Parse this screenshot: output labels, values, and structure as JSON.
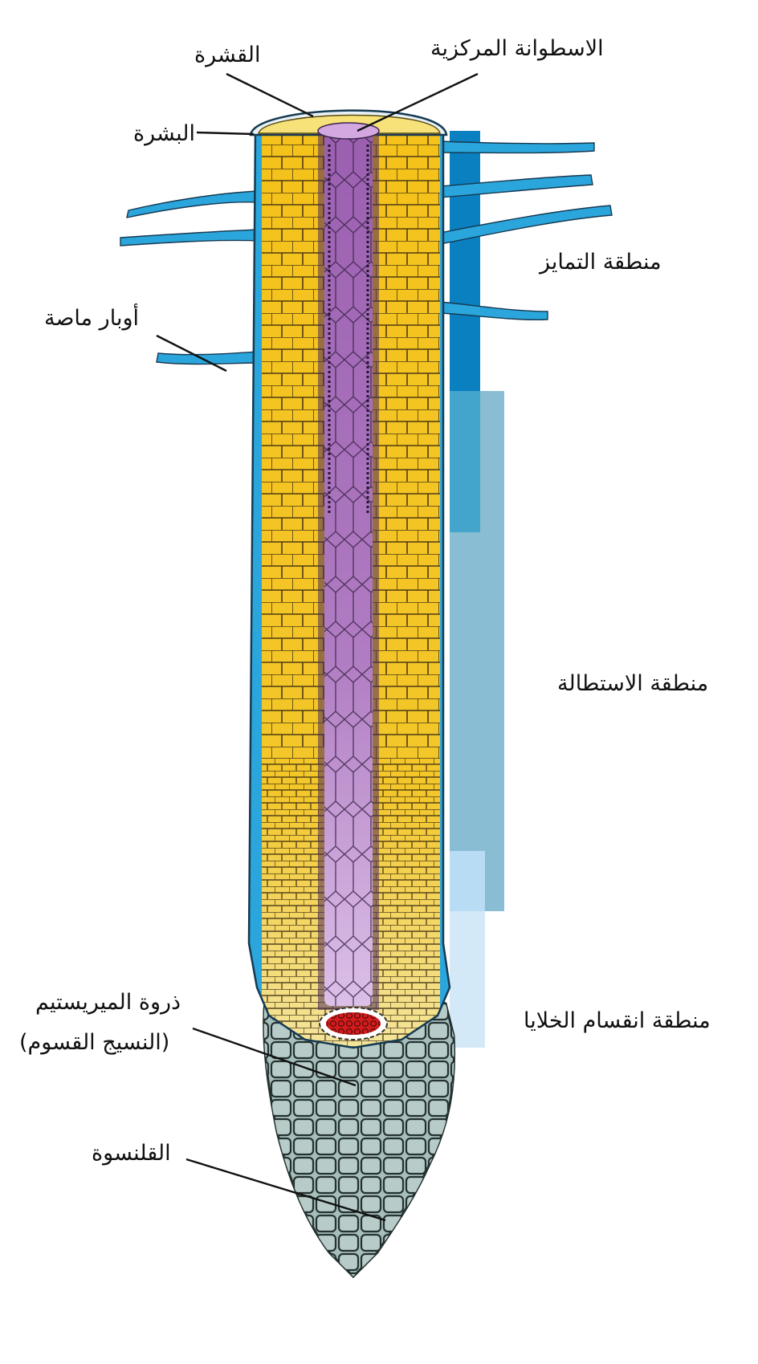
{
  "labels": {
    "cortex": "القشرة",
    "vascular_cylinder": "الاسطوانة المركزية",
    "epidermis": "البشرة",
    "root_hairs": "أوبار ماصة",
    "meristem_line1": "ذروة الميريستيم",
    "meristem_line2": "(النسيج القسوم)",
    "root_cap": "القلنسوة"
  },
  "zones": {
    "differentiation": "منطقة التمايز",
    "elongation": "منطقة الاستطالة",
    "cell_division": "منطقة انقسام الخلايا"
  },
  "colors": {
    "epidermis": "#2ba6dc",
    "cortex": "#f5c21b",
    "cortex_dark": "#eab010",
    "vascular": "#a369b4",
    "vascular_light": "#d5b4e0",
    "root_cap": "#a6bebb",
    "meristem": "#d41b1b",
    "zone_differentiation": "#0a80c0",
    "zone_elongation_overlap": "#43a4cc",
    "zone_elongation": "#89bdd3",
    "zone_division": "#d3e9f8",
    "zone_division_overlap": "#b8dcf3"
  }
}
